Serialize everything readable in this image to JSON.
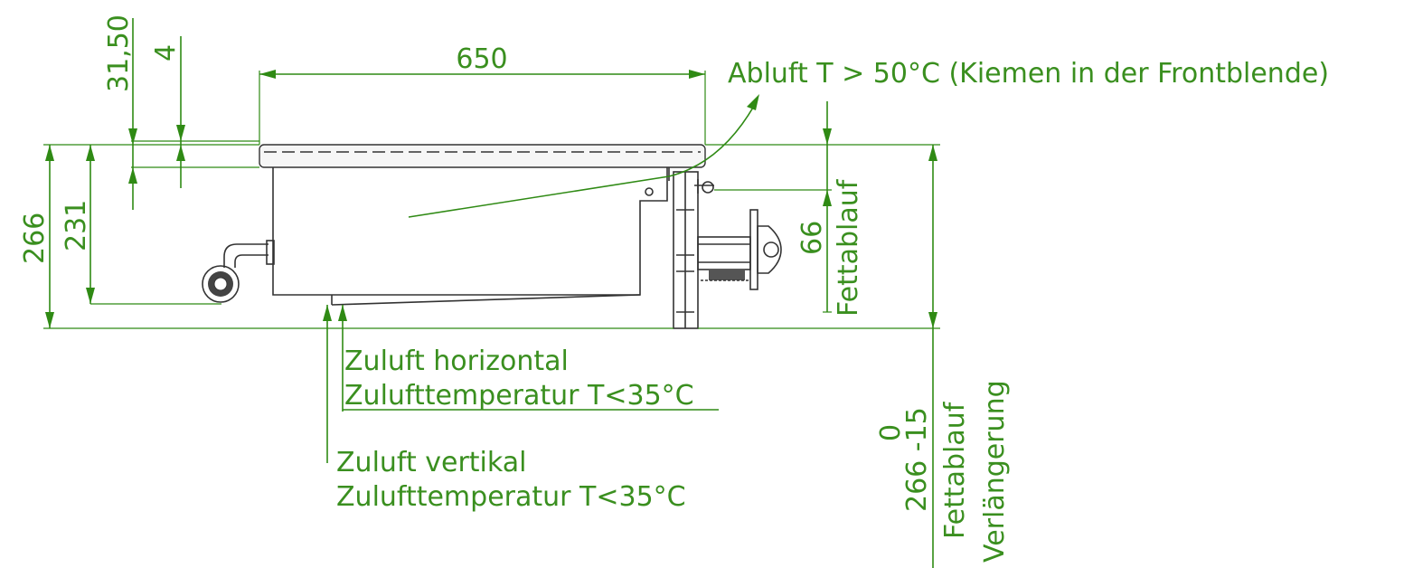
{
  "dimensions": {
    "overall_width": "650",
    "top_thickness": "31,50",
    "top_offset": "4",
    "total_height": "266",
    "body_height": "231",
    "drain_height": "66",
    "drain_range_zero": "0",
    "drain_range": "266 -15"
  },
  "annotations": {
    "exhaust": "Abluft T > 50°C (Kiemen in der Frontblende)",
    "drain": "Fettablauf",
    "drain_extension_1": "Fettablauf",
    "drain_extension_2": "Verlängerung",
    "intake_horizontal_1": "Zuluft horizontal",
    "intake_horizontal_2": "Zulufttemperatur T<35°C",
    "intake_vertical_1": "Zuluft vertikal",
    "intake_vertical_2": "Zulufttemperatur T<35°C"
  },
  "colors": {
    "dimension": "#3a8f1f",
    "outline": "#333333",
    "background": "#ffffff"
  }
}
